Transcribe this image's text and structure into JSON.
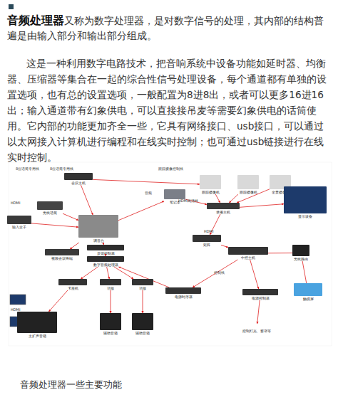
{
  "diagram": {
    "nodes": [
      {
        "text": [
          "会议主机"
        ]
      },
      {
        "text": [
          "无线话筒"
        ]
      },
      {
        "text": [
          "输入盒子"
        ]
      },
      {
        "text": [
          "调音台"
        ]
      },
      {
        "text": [
          "视频会议终端"
        ]
      },
      {
        "text": [
          "反馈抑制器"
        ]
      },
      {
        "text": [
          "数字音频处理器"
        ]
      },
      {
        "text": [
          "卡座机"
        ]
      },
      {
        "text": [
          "功放"
        ]
      },
      {
        "text": [
          "功放"
        ]
      },
      {
        "text": [
          "主扩声音箱"
        ]
      },
      {
        "text": [
          "辅助音箱"
        ]
      },
      {
        "text": [
          "辅助音箱"
        ]
      },
      {
        "text": [
          "笔记本"
        ]
      },
      {
        "text": [
          "跟踪摄像机"
        ]
      },
      {
        "text": [
          "跟踪摄像机"
        ]
      },
      {
        "text": [
          "全景摄像机"
        ]
      },
      {
        "text": [
          "显示设备"
        ]
      },
      {
        "text": [
          "录播主机"
        ]
      },
      {
        "text": [
          "矩阵"
        ]
      },
      {
        "text": [
          "中控主机"
        ]
      },
      {
        "text": [
          "无线路由"
        ]
      },
      {
        "text": [
          "电源时序器"
        ]
      },
      {
        "text": [
          "电源控制器"
        ]
      },
      {
        "text": [
          "触摸屏"
        ]
      },
      {
        "text": [
          "控制灯光、窗帘等"
        ]
      }
    ],
    "edges": [
      {
        "from": 0,
        "to": 3,
        "arrow": "to"
      },
      {
        "from": 1,
        "to": 3,
        "arrow": "to"
      },
      {
        "from": 2,
        "to": 3,
        "arrow": "to"
      },
      {
        "from": 3,
        "to": 4,
        "arrow": "to"
      },
      {
        "from": 3,
        "to": 5,
        "arrow": "to"
      },
      {
        "from": 5,
        "to": 6,
        "arrow": "to"
      },
      {
        "from": 6,
        "to": 7,
        "arrow": "to"
      },
      {
        "from": 6,
        "to": 8,
        "arrow": "to"
      },
      {
        "from": 6,
        "to": 9,
        "arrow": "to"
      },
      {
        "from": 7,
        "to": 10,
        "arrow": "to"
      },
      {
        "from": 8,
        "to": 11,
        "arrow": "to"
      },
      {
        "from": 9,
        "to": 12,
        "arrow": "to"
      },
      {
        "from": 3,
        "to": 13,
        "arrow": "to"
      },
      {
        "from": 0,
        "to": 14,
        "arrow": "to"
      },
      {
        "from": 14,
        "to": 18,
        "arrow": "to"
      },
      {
        "from": 15,
        "to": 18,
        "arrow": "to"
      },
      {
        "from": 16,
        "to": 18,
        "arrow": "to"
      },
      {
        "from": 13,
        "to": 18,
        "arrow": "to"
      },
      {
        "from": 18,
        "to": 17,
        "arrow": "to"
      },
      {
        "from": 18,
        "to": 19,
        "arrow": "to"
      },
      {
        "from": 19,
        "to": 20,
        "arrow": "to"
      },
      {
        "from": 20,
        "to": 21,
        "arrow": "none"
      },
      {
        "from": 21,
        "to": 24,
        "arrow": "none"
      },
      {
        "from": 20,
        "to": 22,
        "arrow": "to"
      },
      {
        "from": 20,
        "to": 23,
        "arrow": "to"
      },
      {
        "from": 23,
        "to": 25,
        "arrow": "to"
      },
      {
        "from": 22,
        "to": 6,
        "arrow": "to"
      }
    ],
    "labels": [
      "音频处理器",
      "又称为数字处理器，是对数字信号的处理，其内部的结构普遍是由输入部分和输出部分组成。",
      "这是一种利用数字电路技术，把音响系统中设备功能如延时器、均衡器、压缩器等集合在一起的综合性信号处理设备，每个通道都有单独的设置选项，也有总的设置选项，一般配置为8进8出，或者可以更多16进16出；输入通道带有幻象供电，可以直接接吊麦等需要幻象供电的话筒使用。它内部的功能更加齐全一些，它具有网络接口、usb接口，可以通过以太网接入计算机进行编程和在线实时控制；也可通过usb链接进行在线实时控制。",
      "8位话筒专用线",
      "8位话筒专用线",
      "跟踪摄像控制线",
      "HDMI高清线",
      "音频",
      "HDMI",
      "HDMI",
      "控制线",
      "HDMI",
      "音频处理器一些主要功能"
    ]
  }
}
